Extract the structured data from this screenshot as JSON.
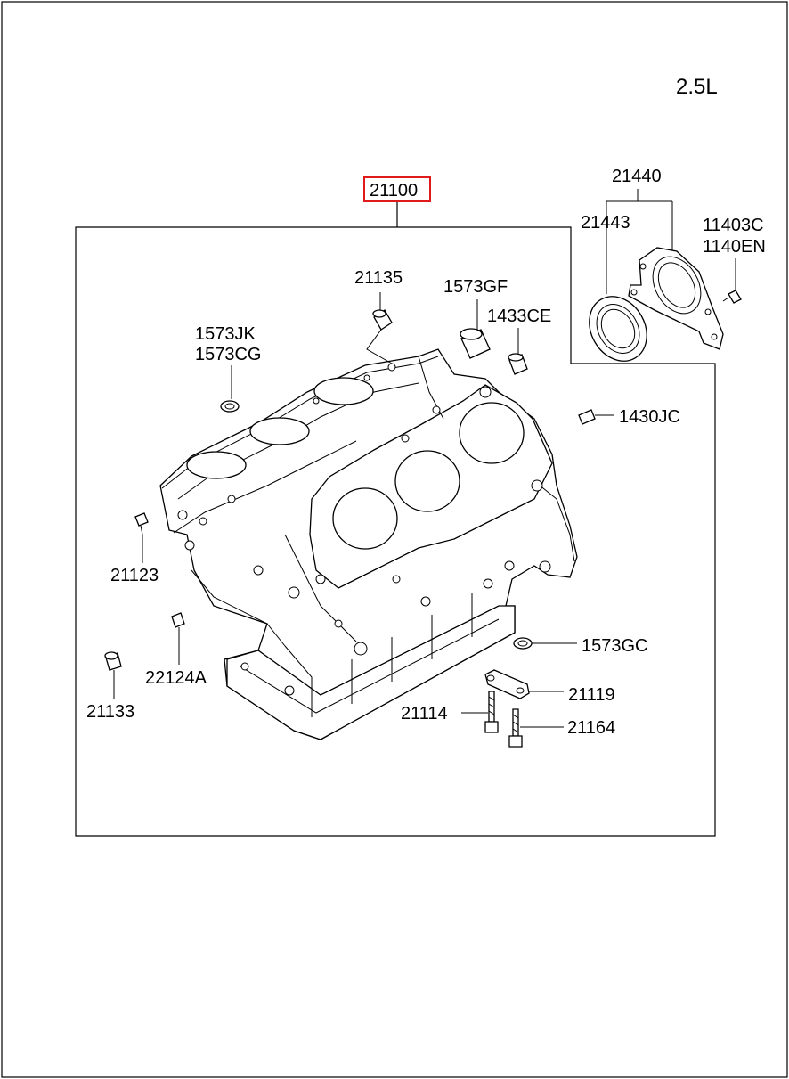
{
  "header": {
    "variant": "2.5L"
  },
  "highlight_color": "#e0191b",
  "callouts": {
    "block": "21100",
    "dowel_top": "21135",
    "plug_gf": "1573GF",
    "plug_jk": "1573JK",
    "plug_cg": "1573CG",
    "sleeve_ce": "1433CE",
    "pin_jc": "1430JC",
    "bolt_123": "21123",
    "dowel_22124a": "22124A",
    "plug_133": "21133",
    "plug_gc": "1573GC",
    "bracket_119": "21119",
    "bolt_114": "21114",
    "bolt_164": "21164",
    "seal_case": "21440",
    "oil_seal": "21443",
    "bolt_403c": "11403C",
    "bolt_140en": "1140EN"
  }
}
